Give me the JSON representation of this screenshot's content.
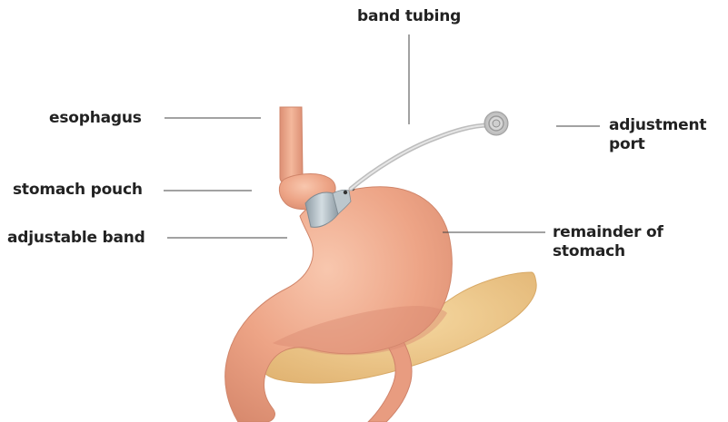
{
  "labels": {
    "band_tubing": "band tubing",
    "esophagus": "esophagus",
    "stomach_pouch": "stomach pouch",
    "adjustable_band": "adjustable band",
    "adjustment_port": [
      "adjustment",
      "port"
    ],
    "remainder_of_stomach": [
      "remainder of",
      "stomach"
    ]
  },
  "colors": {
    "stomach": "#eda486",
    "stomach_shadow": "#d98a70",
    "pancreas": "#efcb8a",
    "band": "#a9b6be",
    "tubing": "#cfcfcf",
    "leader_line": "#444444"
  }
}
